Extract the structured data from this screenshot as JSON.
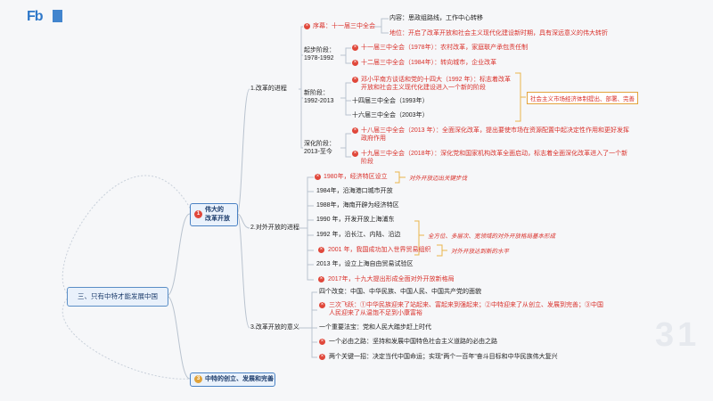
{
  "logo": {
    "text": "Fb",
    "suffix_icon": "brand-glyph"
  },
  "watermark": "31",
  "root": {
    "label": "三、只有中特才能发展中国"
  },
  "main": {
    "n1": {
      "num": "1",
      "label_line1": "伟大的",
      "label_line2": "改革开放",
      "color": "#e0473a"
    },
    "n3": {
      "num": "3",
      "label": "中特的创立、发展和完善",
      "color": "#e0a23a"
    }
  },
  "sections": {
    "s1": "1.改革的进程",
    "s2": "2.对外开放的进程",
    "s3": "3.改革开放的意义"
  },
  "reform": {
    "prelude": "序幕：十一届三中全会",
    "content": "内容：思政组路线，工作中心转移",
    "status": "地位：开启了改革开放和社会主义现代化建设新时期，具有深远意义的伟大转折",
    "stage1_label": "起步阶段：",
    "stage1_years": "1978-1992",
    "stage1_items": [
      "十一届三中全会（1978年）：农村改革，家庭联产承包责任制",
      "十二届三中全会（1984年）：转向城市，企业改革"
    ],
    "stage2_label": "新阶段：",
    "stage2_years": "1992-2013",
    "stage2_item1_a": "邓小平南方谈话和党的十四大（1992 年）：标志着改革",
    "stage2_item1_b": "开放和社会主义现代化建设进入一个新的阶段",
    "stage2_item2": "十四届三中全会（1993年）",
    "stage2_item3": "十六届三中全会（2003年）",
    "stage2_note": "社会主义市场经济体制提出、部署、完善",
    "stage3_label": "深化阶段：",
    "stage3_years": "2013-至今",
    "stage3_item1_a": "十八届三中全会（2013 年）：全面深化改革，提出要使市场在资源配置中起决定性作用和更好发挥",
    "stage3_item1_b": "政府作用",
    "stage3_item2_a": "十九届三中全会（2018年）：深化党和国家机构改革全面启动，标志着全面深化改革进入了一个新",
    "stage3_item2_b": "阶段"
  },
  "opening": {
    "items": [
      "1980年，经济特区设立",
      "1984年，沿海港口城市开放",
      "1988年，海南开辟为经济特区",
      "1990 年，开发开放上海浦东",
      "1992 年，沿长江、内陆、沿边",
      "2001 年，我国成功加入世界贸易组织",
      "2013 年，设立上海自由贸易试验区",
      "2017年，十九大提出形成全面对外开放新格局"
    ],
    "note1": "对外开放迈出关键步伐",
    "note2": "全方位、多层次、宽领域的对外开放格局基本形成",
    "note3": "对外开放达到新的水平"
  },
  "significance": {
    "item1": "四个改变：中国、中华民族、中国人民、中国共产党的面貌",
    "item2_a": "三次飞跃：①中华民族迎来了站起来、富起来到强起来；②中特迎来了从创立、发展到完善；③中国",
    "item2_b": "人民迎来了从温饱不足到小康富裕",
    "item3": "一个重要法宝：党和人民大踏步赶上时代",
    "item4": "一个必由之路：坚持和发展中国特色社会主义道路的必由之路",
    "item5": "两个关键一招：决定当代中国命运；实现“两个一百年”奋斗目标和中华民族伟大复兴"
  }
}
